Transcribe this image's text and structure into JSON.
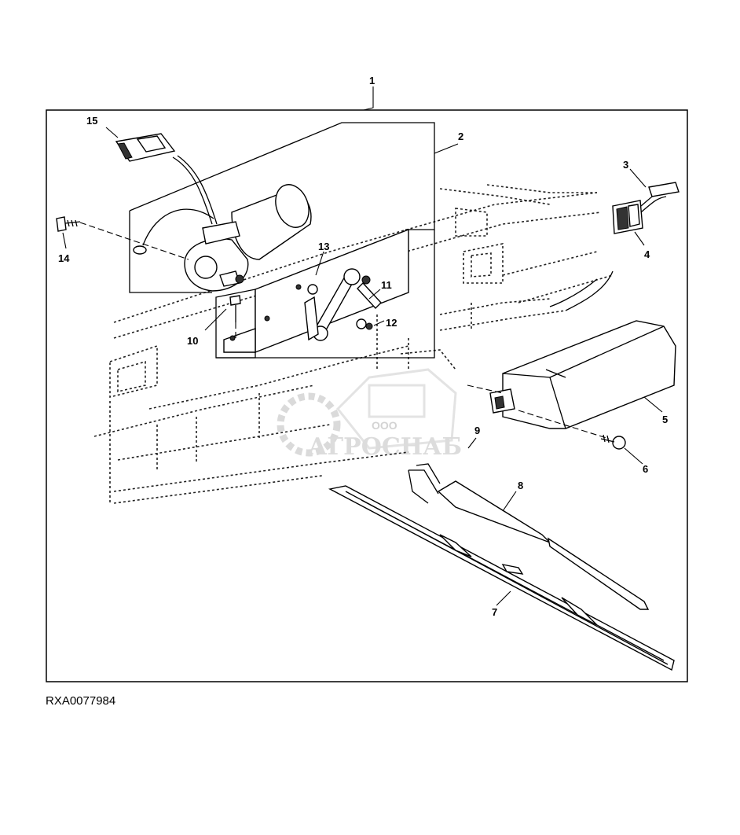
{
  "figure": {
    "reference_code": "RXA0077984",
    "callouts": {
      "c1": "1",
      "c2": "2",
      "c3": "3",
      "c4": "4",
      "c5": "5",
      "c6": "6",
      "c7": "7",
      "c8": "8",
      "c9": "9",
      "c10": "10",
      "c11": "11",
      "c12": "12",
      "c13": "13",
      "c14": "14",
      "c15": "15"
    }
  },
  "watermark": {
    "prefix": "ООО",
    "name": "АГРОСНАБ"
  }
}
